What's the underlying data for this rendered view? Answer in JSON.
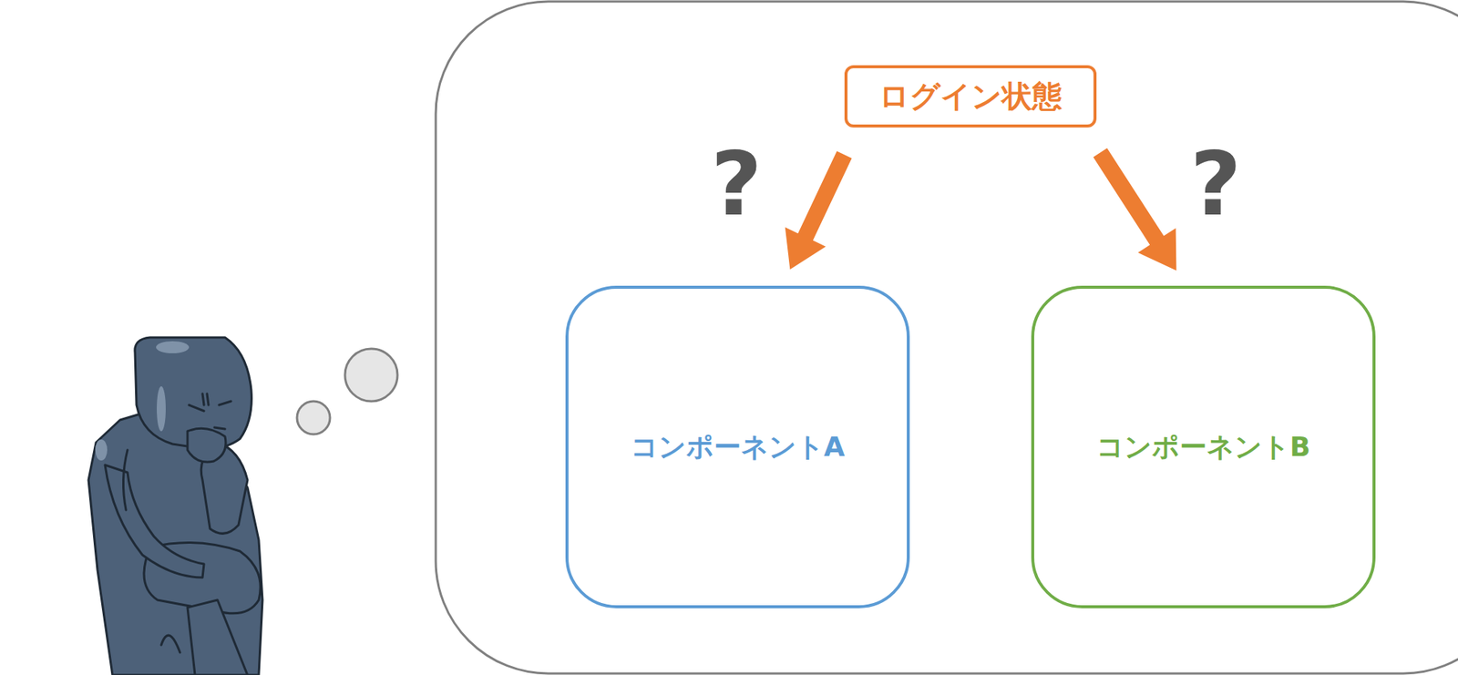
{
  "diagram": {
    "nodes": [
      {
        "text": [
          "ログイン状態"
        ]
      },
      {
        "text": [
          "コンポーネントA"
        ]
      },
      {
        "text": [
          "コンポーネントB"
        ]
      }
    ],
    "edges": [
      {
        "from": 0,
        "to": 1,
        "arrow": "to"
      },
      {
        "from": 0,
        "to": 2,
        "arrow": "to"
      }
    ],
    "labels": [
      "?",
      "?"
    ]
  }
}
